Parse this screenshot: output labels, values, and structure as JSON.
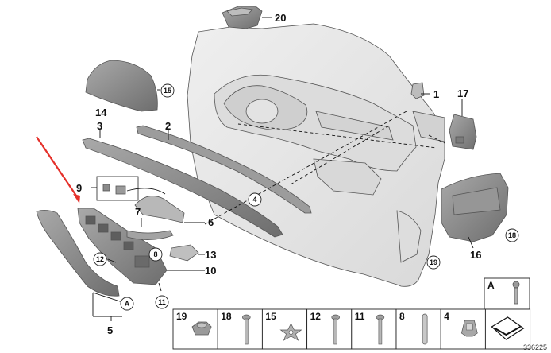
{
  "diagram": {
    "labels": {
      "p1": "1",
      "p2": "2",
      "p3": "3",
      "p4": "4",
      "p5": "5",
      "p6": "6",
      "p7": "7",
      "p8": "8",
      "p9": "9",
      "p10": "10",
      "p11": "11",
      "p12": "12",
      "p13": "13",
      "p14": "14",
      "p15": "15",
      "p16": "16",
      "p17": "17",
      "p18": "18",
      "p19": "19",
      "p20": "20",
      "pA": "A"
    },
    "table_top": {
      "cellA": "A"
    },
    "table": [
      {
        "label": "19",
        "icon": "clip-nut-icon"
      },
      {
        "label": "18",
        "icon": "screw-icon"
      },
      {
        "label": "15",
        "icon": "star-clip-icon"
      },
      {
        "label": "12",
        "icon": "screw-icon"
      },
      {
        "label": "11",
        "icon": "screw-icon"
      },
      {
        "label": "8",
        "icon": "pin-icon"
      },
      {
        "label": "4",
        "icon": "clip-icon"
      },
      {
        "label": "",
        "icon": "sealing-tape-icon"
      }
    ],
    "reference_number": "336225",
    "colors": {
      "arrow": "#e5302a",
      "part_fill": "#8a8a8a",
      "panel_fill": "#e6e6e6"
    }
  }
}
